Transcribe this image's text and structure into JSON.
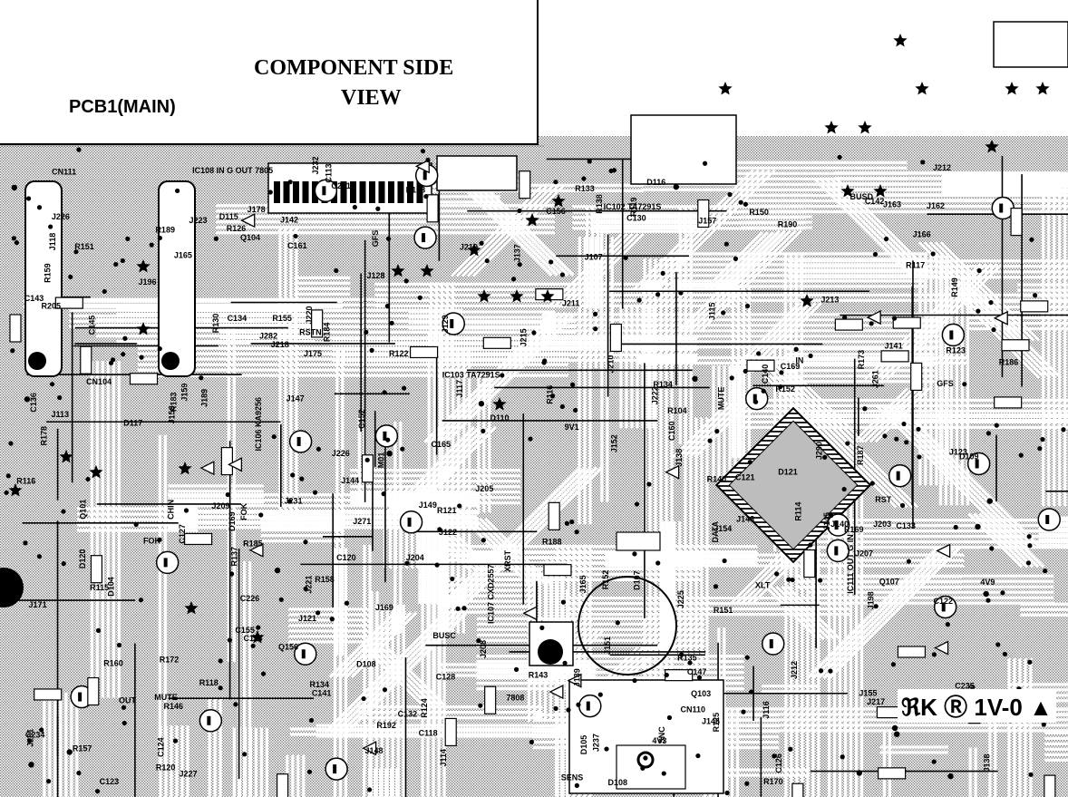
{
  "title": {
    "line1": "COMPONENT SIDE",
    "line2": "VIEW",
    "board": "PCB1(MAIN)"
  },
  "cert_mark": "ℜK Ⓡ 1V-0 ▲",
  "colors": {
    "ink": "#000000",
    "paper": "#ffffff",
    "hatch": "#8a8a8a"
  },
  "labels": [
    "R114",
    "R115",
    "R125",
    "R130",
    "R134",
    "IC102 TA7291S",
    "IC103 TA7291S",
    "R117",
    "R120",
    "C113",
    "R116",
    "C114",
    "J122",
    "J123",
    "R119",
    "J115",
    "CN110",
    "R158",
    "D110",
    "D109",
    "R143",
    "R146",
    "C231",
    "R134",
    "C226",
    "Q156",
    "J282",
    "J281",
    "J138",
    "D169",
    "4V3",
    "J137",
    "J128",
    "D104",
    "9V1",
    "C118",
    "D108",
    "C121",
    "C120",
    "C122",
    "CN111",
    "IC106 KA9256",
    "R152",
    "C127",
    "J189",
    "C130",
    "J203",
    "J205",
    "J212",
    "J213",
    "R159",
    "C161",
    "J206",
    "J207",
    "J208",
    "J209",
    "J210",
    "R151",
    "R126",
    "C126",
    "J218",
    "C156",
    "R155",
    "R160",
    "R169",
    "C165",
    "R170",
    "C169",
    "J215",
    "J225",
    "J226",
    "J232",
    "R205",
    "J196",
    "MUTE",
    "J290",
    "J198",
    "J211",
    "J227",
    "J237",
    "IC107 CXD2557",
    "D120",
    "C160",
    "FOK",
    "J231",
    "J222",
    "R116",
    "R118",
    "C147",
    "C145",
    "C152",
    "C155",
    "J219",
    "J223",
    "C142",
    "R172",
    "C140",
    "C141",
    "C143",
    "J217",
    "J226",
    "D108",
    "C123",
    "D115",
    "D116",
    "D117",
    "D121",
    "C124",
    "C234",
    "J171",
    "IC111 OUT G IN",
    "7808",
    "J192",
    "J261",
    "J117",
    "J107",
    "M01",
    "C128",
    "R152",
    "R190",
    "R192",
    "C134",
    "C132",
    "R188",
    "C136",
    "J220",
    "J221",
    "OUT",
    "IN",
    "GFS",
    "J163",
    "J169",
    "J158",
    "J159",
    "J157",
    "J162",
    "J165",
    "J178",
    "J175",
    "D105",
    "D107",
    "4V9",
    "R151",
    "J138",
    "R133",
    "J147",
    "J148",
    "R135",
    "R149",
    "R150",
    "R137",
    "R138",
    "R140",
    "J154",
    "J155",
    "SENS",
    "CHIN",
    "SNC",
    "XLT",
    "MUTE",
    "BUSD",
    "BUSC",
    "DATA",
    "XRST",
    "GFS",
    "FOK",
    "J143",
    "J144",
    "J139",
    "J140",
    "J141",
    "J142",
    "J149",
    "J113",
    "J114",
    "R124",
    "R121",
    "Q103",
    "R122",
    "J129",
    "R123",
    "Q104",
    "RST",
    "J118",
    "C235",
    "D138",
    "J166",
    "J145",
    "J146",
    "J151",
    "J152",
    "IC108 IN G OUT 7805",
    "RSTN",
    "J165",
    "C133",
    "R157",
    "R173",
    "R178",
    "R183",
    "R184",
    "R185",
    "R186",
    "R187",
    "R189",
    "J204",
    "J212",
    "Q101",
    "Q107",
    "R104",
    "J116",
    "J121",
    "J271",
    "CN104"
  ]
}
